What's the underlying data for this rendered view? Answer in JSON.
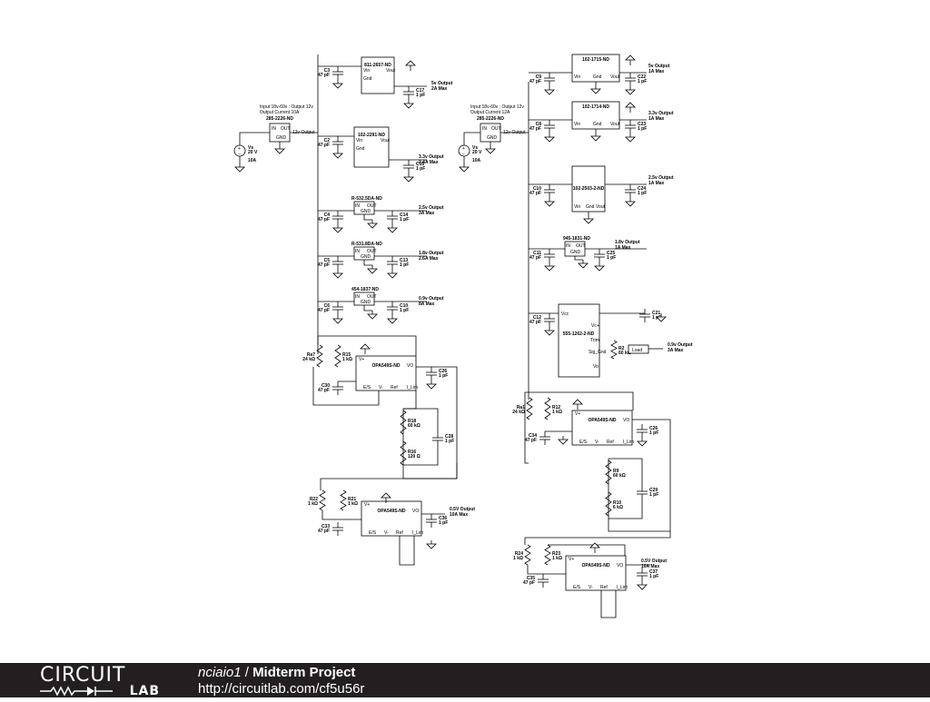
{
  "schematic": {
    "left": {
      "header": [
        "Input 18v-60v : Output 12v",
        "Output Current 10A"
      ],
      "source": {
        "name": "Vs",
        "voltage": "20 V",
        "current": "10A"
      },
      "converter": {
        "part": "285-2226-ND",
        "out_label": "12v Output",
        "pins": [
          "IN",
          "OUT",
          "GND"
        ]
      },
      "regulators": [
        {
          "part": "811-2657-ND",
          "cin": "C3",
          "cin_val": "47 pF",
          "cout": "C17",
          "cout_val": "1 pF",
          "out": "5v Output",
          "max": "2A Max"
        },
        {
          "part": "102-2291-ND",
          "cin": "C2",
          "cin_val": "47 pF",
          "cout": "C15",
          "cout_val": "1 pF",
          "out": "3.3v Output",
          "max": "2.4A Max"
        },
        {
          "part": "R-532.5DA-ND",
          "cin": "C4",
          "cin_val": "47 pF",
          "cout": "C14",
          "cout_val": "1 pF",
          "out": "2.5v Output",
          "max": "3A Max"
        },
        {
          "part": "R-531.8DA-ND",
          "cin": "C5",
          "cin_val": "47 pF",
          "cout": "C13",
          "cout_val": "1 pF",
          "out": "1.8v Output",
          "max": "2.6A Max"
        },
        {
          "part": "454-1837-ND",
          "cin": "C6",
          "cin_val": "47 pF",
          "cout": "C10",
          "cout_val": "1 pF",
          "out": "0.9v Output",
          "max": "8A Max"
        }
      ],
      "amp1": {
        "part": "OPA549S-ND",
        "ra": "Ra7",
        "ra_val": "24 kΩ",
        "rb": "R15",
        "rb_val": "1 kΩ",
        "cin": "C30",
        "cin_val": "47 pF",
        "cout": "C26",
        "cout_val": "1 pF",
        "r1": "R18",
        "r1_val": "60 kΩ",
        "r2": "R16",
        "r2_val": "120 Ω",
        "c2": "C28",
        "c2_val": "1 pF"
      },
      "amp2": {
        "part": "OPA549S-ND",
        "ra": "R22",
        "ra_val": "1 kΩ",
        "rb": "R21",
        "rb_val": "1 kΩ",
        "cin": "C33",
        "cin_val": "47 pF",
        "cout": "C36",
        "cout_val": "1 pF",
        "out": "0.5V Output",
        "max": "10A Max"
      }
    },
    "right": {
      "header": [
        "Input 18v-60v : Output 12v",
        "Output Current 12A"
      ],
      "source": {
        "name": "Vs",
        "voltage": "20 V",
        "current": "10A"
      },
      "converter": {
        "part": "285-2226-ND",
        "out_label": "12v Output",
        "pins": [
          "IN",
          "OUT",
          "GND"
        ]
      },
      "regulators": [
        {
          "part": "102-1715-ND",
          "cin": "C9",
          "cin_val": "47 pF",
          "cout": "C22",
          "cout_val": "1 pF",
          "out": "5v Output",
          "max": "1A Max"
        },
        {
          "part": "102-1714-ND",
          "cin": "C8",
          "cin_val": "47 pF",
          "cout": "C23",
          "cout_val": "1 pF",
          "out": "3.3v Output",
          "max": "1A Max"
        },
        {
          "part": "102-2503-2-ND",
          "cin": "C10",
          "cin_val": "47 pF",
          "cout": "C24",
          "cout_val": "1 pF",
          "out": "2.5v Output",
          "max": "1A Max"
        },
        {
          "part": "945-1831-ND",
          "cin": "C11",
          "cin_val": "47 pF",
          "cout": "C25",
          "cout_val": "1 pF",
          "out": "1.8v Output",
          "max": "1A Max"
        }
      ],
      "ldo": {
        "part": "555-1262-2-ND",
        "cin": "C12",
        "cin_val": "47 pF",
        "cout": "C21",
        "cout_val": "1 pF",
        "r": "R2",
        "r_val": "60 kΩ",
        "load": "Load",
        "out": "0.9v Output",
        "max": "3A Max",
        "pins": [
          "Vcc",
          "Vc+",
          "Trim",
          "Sig_Gnd",
          "Vo"
        ]
      },
      "amp1": {
        "part": "OPA549S-ND",
        "ra": "Ra1",
        "ra_val": "24 kΩ",
        "rb": "R12",
        "rb_val": "1 kΩ",
        "cin": "C34",
        "cin_val": "47 pF",
        "cout": "C26",
        "cout_val": "1 pF",
        "r1": "R9",
        "r1_val": "60 kΩ",
        "r2": "R10",
        "r2_val": "6 kΩ",
        "c2": "C29",
        "c2_val": "1 pF"
      },
      "amp2": {
        "part": "OPA549S-ND",
        "ra": "R24",
        "ra_val": "1 kΩ",
        "rb": "R23",
        "rb_val": "1 kΩ",
        "cin": "C35",
        "cin_val": "47 pF",
        "cout": "C37",
        "cout_val": "1 pF",
        "out": "0.5V Output",
        "max": "10A Max"
      }
    },
    "pin_labels": {
      "v_plus": "V+",
      "v_minus": "V-",
      "out": "VO",
      "en": "E/S",
      "ref": "Ref",
      "ilim": "I_Lim",
      "vin": "Vin",
      "gnd": "Gnd",
      "vout": "Vout"
    }
  },
  "footer": {
    "logo_top": "CIRCUIT",
    "logo_bottom": "LAB",
    "user": "nciaio1",
    "separator": " / ",
    "project": "Midterm Project",
    "url": "http://circuitlab.com/cf5u56r"
  },
  "colors": {
    "footer_bg": "#231f20",
    "ink": "#000000"
  }
}
